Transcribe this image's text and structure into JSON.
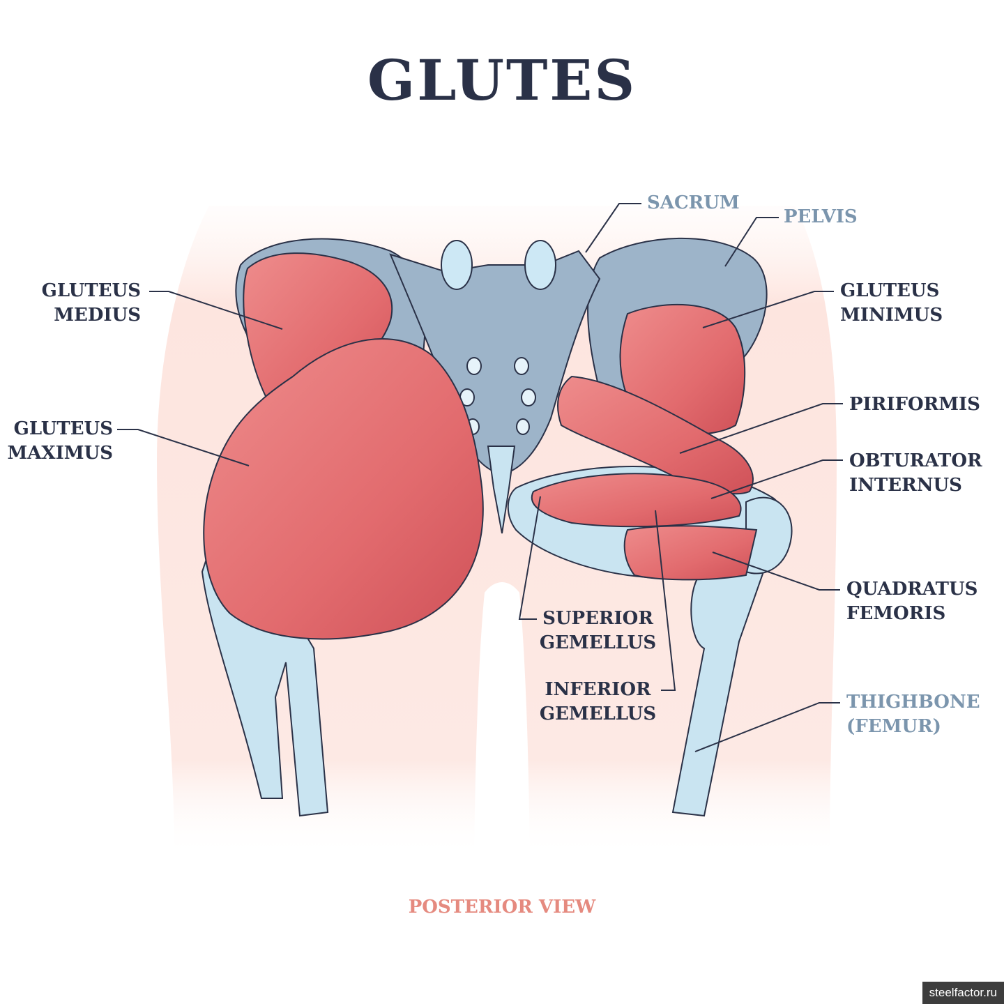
{
  "title": "GLUTES",
  "caption": "POSTERIOR VIEW",
  "watermark": "steelfactor.ru",
  "colors": {
    "muscle": "#e26b6e",
    "muscle_dark": "#c84c53",
    "bone": "#9db4c9",
    "cartilage": "#c9e4f1",
    "skin": "#fde9e4",
    "title": "#2a3147",
    "bone_label": "#7b95ad",
    "caption": "#e58a7f"
  },
  "labels": {
    "gluteus_medius": "GLUTEUS\nMEDIUS",
    "gluteus_maximus": "GLUTEUS\nMAXIMUS",
    "sacrum": "SACRUM",
    "pelvis": "PELVIS",
    "gluteus_minimus": "GLUTEUS\nMINIMUS",
    "piriformis": "PIRIFORMIS",
    "obturator_internus": "OBTURATOR\nINTERNUS",
    "quadratus_femoris": "QUADRATUS\nFEMORIS",
    "superior_gemellus": "SUPERIOR\nGEMELLUS",
    "inferior_gemellus": "INFERIOR\nGEMELLUS",
    "thighbone": "THIGHBONE\n(FEMUR)"
  }
}
